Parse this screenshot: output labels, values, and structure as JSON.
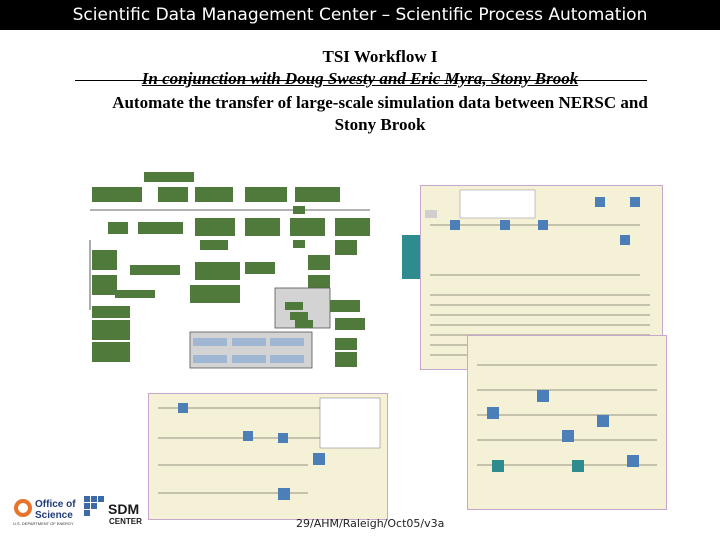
{
  "header": {
    "title": "Scientific Data Management Center – Scientific Process Automation"
  },
  "slide": {
    "title": "TSI Workflow I",
    "subtitle": "In conjunction with Doug Swesty and Eric Myra, Stony Brook",
    "description": "Automate the transfer of large-scale simulation data between NERSC and Stony Brook"
  },
  "footer": {
    "slide_id": "29/AHM/Raleigh/Oct05/v3a"
  },
  "logos": {
    "office": {
      "line1": "Office of",
      "line2": "Science",
      "caption": "U.S. DEPARTMENT OF ENERGY"
    },
    "sdm": {
      "line1": "SDM",
      "line2": "CENTER"
    }
  },
  "colors": {
    "flow_box": "#4f7a3b",
    "box_fill": "#7a9b5a",
    "highlight_box": "#e9e28c",
    "arrow": "#2e8c8f",
    "window_bg": "#f4f1d6",
    "window_border": "#c6a8cf"
  }
}
